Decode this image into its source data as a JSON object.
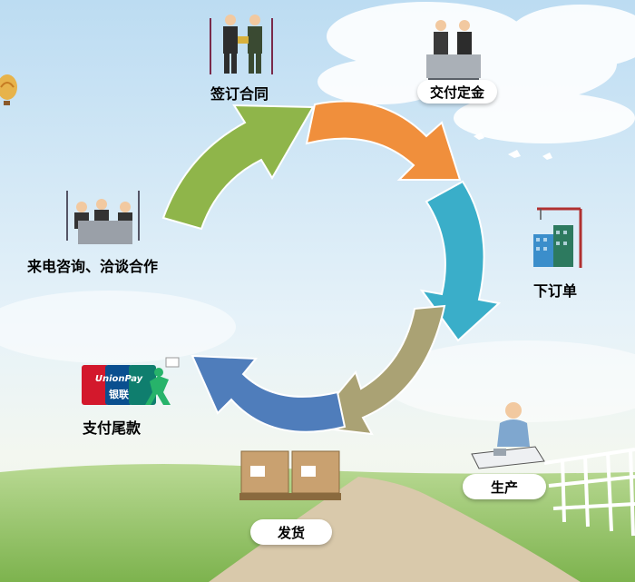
{
  "steps": [
    {
      "id": "consult",
      "label": "来电咨询、洽谈合作"
    },
    {
      "id": "sign",
      "label": "签订合同"
    },
    {
      "id": "deposit",
      "label": "交付定金"
    },
    {
      "id": "order",
      "label": "下订单"
    },
    {
      "id": "produce",
      "label": "生产"
    },
    {
      "id": "ship",
      "label": "发货"
    },
    {
      "id": "balance",
      "label": "支付尾款"
    }
  ],
  "logo": {
    "brand_en": "UnionPay",
    "brand_cn": "银联"
  },
  "colors": {
    "arrow_green": "#8fb54a",
    "arrow_orange": "#f08f3c",
    "arrow_teal": "#3aaec9",
    "arrow_khaki": "#aaa274",
    "arrow_blue": "#4f7dbb",
    "sky_top": "#c9e2f3",
    "grass": "#93c365",
    "road": "#d8c7a9"
  }
}
